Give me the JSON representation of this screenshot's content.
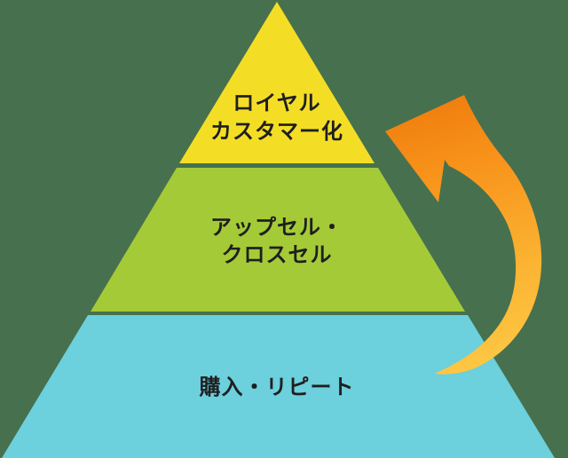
{
  "diagram": {
    "background_color": "#47704E",
    "text_color": "#1F1F1F",
    "tiers": [
      {
        "name": "loyal-customer",
        "label": "ロイヤルカスタマー化",
        "lines": [
          "ロイヤル",
          "カスタマー化"
        ],
        "color": "#F4DE25"
      },
      {
        "name": "upsell-cross-sell",
        "label": "アップセル・クロスセル",
        "lines": [
          "アップセル・",
          "クロスセル"
        ],
        "color": "#A4CB37"
      },
      {
        "name": "purchase-repeat",
        "label": "購入・リピート",
        "lines": [
          "購入・リピート"
        ],
        "color": "#6CD0DD"
      }
    ],
    "arrow": {
      "name": "curved-up-arrow",
      "direction": "bottom-to-top",
      "gradient_stops": [
        "#EE7A0C",
        "#F8941B",
        "#FBB332",
        "#FDCB47"
      ]
    }
  }
}
